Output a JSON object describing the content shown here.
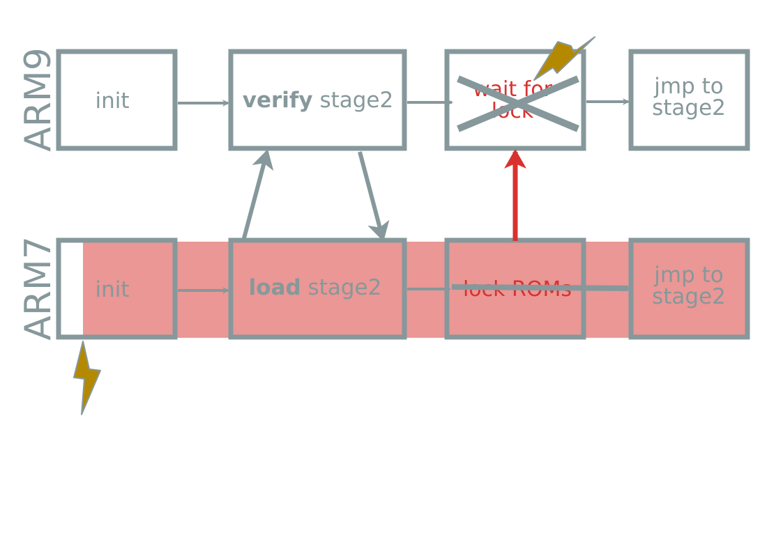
{
  "colors": {
    "stroke": "#86989B",
    "highlight_fill": "#EA9795",
    "alert": "#D8322F",
    "glitch_fill": "#B48900"
  },
  "rows": {
    "arm9_label": "ARM9",
    "arm7_label": "ARM7"
  },
  "arm9": {
    "init": "init",
    "verify_bold": "verify",
    "verify_rest": " stage2",
    "wait_line1": "wait for",
    "wait_line2": "lock",
    "jmp_line1": "jmp to",
    "jmp_line2": "stage2"
  },
  "arm7": {
    "init": "init",
    "load_bold": "load",
    "load_rest": " stage2",
    "lock": "lock ROMs",
    "jmp_line1": "jmp to",
    "jmp_line2": "stage2"
  },
  "icons": {
    "glitch_top": "lightning-bolt-icon",
    "glitch_bottom": "lightning-bolt-icon"
  }
}
